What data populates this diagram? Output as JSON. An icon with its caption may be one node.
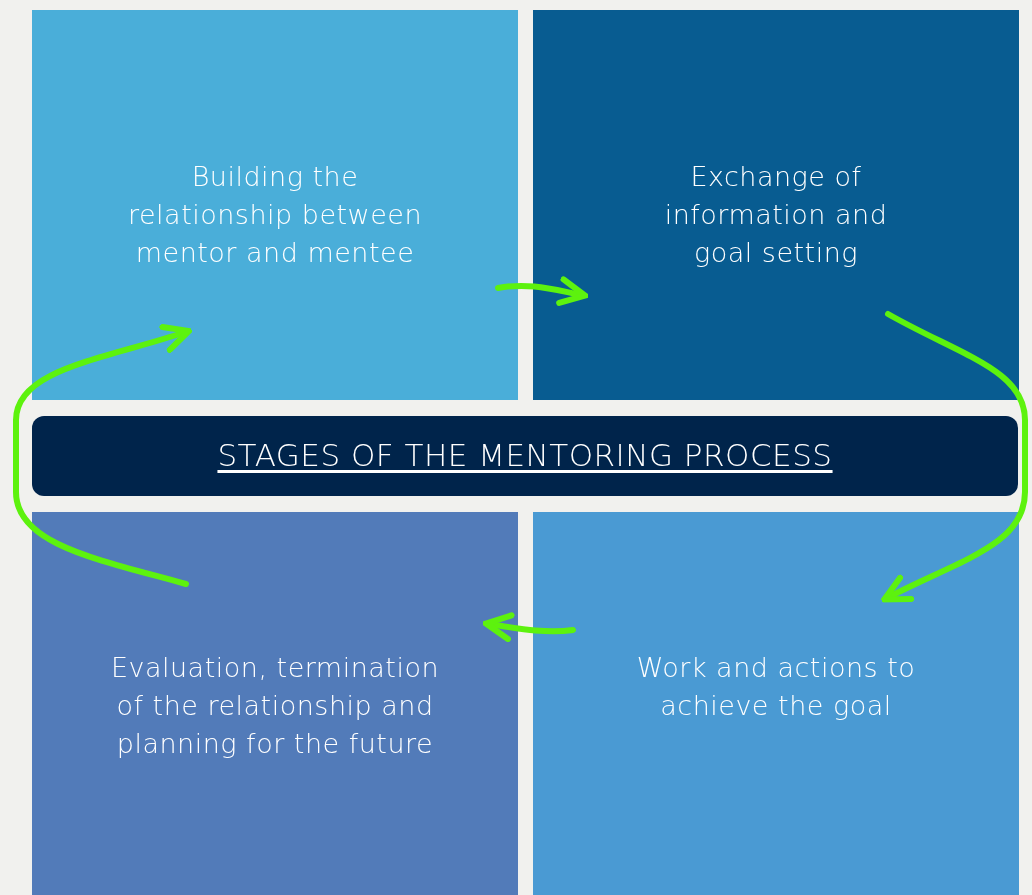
{
  "diagram": {
    "nodes": [
      {
        "text": [
          "Building the relationship between mentor and mentee"
        ]
      },
      {
        "text": [
          "Exchange of information and goal setting"
        ]
      },
      {
        "text": [
          "STAGES OF THE MENTORING PROCESS"
        ]
      },
      {
        "text": [
          "Evaluation, termination of the relationship and planning for the future"
        ]
      },
      {
        "text": [
          "Work and actions to achieve the goal"
        ]
      }
    ],
    "edges": [
      {
        "from": 0,
        "to": 1,
        "arrow": "to"
      },
      {
        "from": 1,
        "to": 4,
        "arrow": "to"
      },
      {
        "from": 4,
        "to": 3,
        "arrow": "to"
      },
      {
        "from": 3,
        "to": 0,
        "arrow": "to"
      }
    ]
  }
}
